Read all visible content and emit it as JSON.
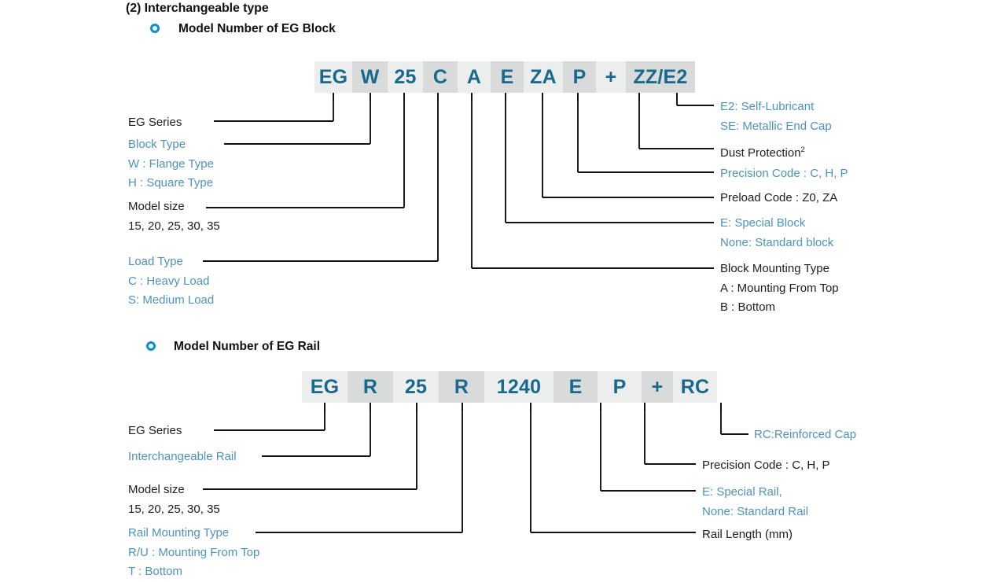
{
  "section": {
    "title": "(2) Interchangeable type"
  },
  "block": {
    "heading": "Model Number of EG Block",
    "bullet_icon": "ring-bullet-icon",
    "code_cells": [
      {
        "text": "EG",
        "shade": "a"
      },
      {
        "text": "W",
        "shade": "b"
      },
      {
        "text": "25",
        "shade": "a"
      },
      {
        "text": "C",
        "shade": "b"
      },
      {
        "text": "A",
        "shade": "a"
      },
      {
        "text": "E",
        "shade": "b"
      },
      {
        "text": "ZA",
        "shade": "a"
      },
      {
        "text": "P",
        "shade": "b"
      },
      {
        "text": "+",
        "shade": "a"
      },
      {
        "text": "ZZ/E2",
        "shade": "b"
      }
    ],
    "left_labels": [
      {
        "lines": [
          "EG Series"
        ],
        "color": "dark"
      },
      {
        "lines": [
          "Block Type",
          "W : Flange Type",
          "H : Square Type"
        ],
        "color": "blue"
      },
      {
        "lines": [
          "Model size",
          "15, 20, 25, 30, 35"
        ],
        "color": "dark"
      },
      {
        "lines": [
          "Load Type",
          "C : Heavy Load",
          "S: Medium Load"
        ],
        "color": "blue"
      }
    ],
    "right_labels": [
      {
        "lines": [
          "E2: Self-Lubricant",
          "SE: Metallic End Cap"
        ],
        "color": "blue"
      },
      {
        "lines": [
          "Dust Protection"
        ],
        "superscript": "2",
        "color": "dark"
      },
      {
        "lines": [
          "Precision Code : C, H, P"
        ],
        "color": "blue"
      },
      {
        "lines": [
          "Preload Code : Z0, ZA"
        ],
        "color": "dark"
      },
      {
        "lines": [
          "E: Special Block",
          "None: Standard block"
        ],
        "color": "blue"
      },
      {
        "lines": [
          "Block Mounting Type",
          "A : Mounting From Top",
          "B : Bottom"
        ],
        "color": "dark"
      }
    ]
  },
  "rail": {
    "heading": "Model Number of EG Rail",
    "bullet_icon": "ring-bullet-icon",
    "code_cells": [
      {
        "text": "EG",
        "shade": "a"
      },
      {
        "text": "R",
        "shade": "b"
      },
      {
        "text": "25",
        "shade": "a"
      },
      {
        "text": "R",
        "shade": "b"
      },
      {
        "text": "1240",
        "shade": "a"
      },
      {
        "text": "E",
        "shade": "b"
      },
      {
        "text": "P",
        "shade": "a"
      },
      {
        "text": "+",
        "shade": "b"
      },
      {
        "text": "RC",
        "shade": "a"
      }
    ],
    "left_labels": [
      {
        "lines": [
          "EG Series"
        ],
        "color": "dark"
      },
      {
        "lines": [
          "Interchangeable Rail"
        ],
        "color": "blue"
      },
      {
        "lines": [
          "Model size",
          "15, 20, 25, 30, 35"
        ],
        "color": "dark"
      },
      {
        "lines": [
          "Rail Mounting Type",
          "R/U : Mounting From Top",
          "T : Bottom"
        ],
        "color": "blue"
      }
    ],
    "right_labels": [
      {
        "lines": [
          "RC:Reinforced Cap"
        ],
        "color": "blue"
      },
      {
        "lines": [
          "Precision Code : C, H, P"
        ],
        "color": "dark"
      },
      {
        "lines": [
          "E: Special Rail,",
          "None: Standard Rail"
        ],
        "color": "blue"
      },
      {
        "lines": [
          "Rail Length (mm)"
        ],
        "color": "dark"
      }
    ]
  },
  "colors": {
    "accent_bullet": "#0d8ecf",
    "code_text": "#19688d",
    "label_blue": "#4e93b8",
    "label_dark": "#1d1d1d",
    "cell_shade_a": "#eceeee",
    "cell_shade_b": "#d9dbdb"
  }
}
